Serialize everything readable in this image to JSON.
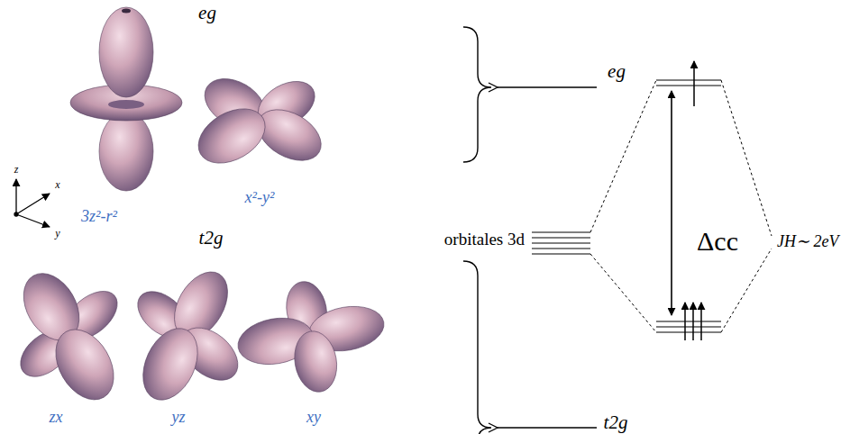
{
  "diagram": {
    "labels": [
      "eg",
      "z",
      "x",
      "y",
      "3z²-r²",
      "x²-y²",
      "t2g",
      "zx",
      "yz",
      "xy",
      "eg",
      "orbitales 3d",
      "Δcc",
      "JH∼ 2eV",
      "t2g"
    ]
  }
}
